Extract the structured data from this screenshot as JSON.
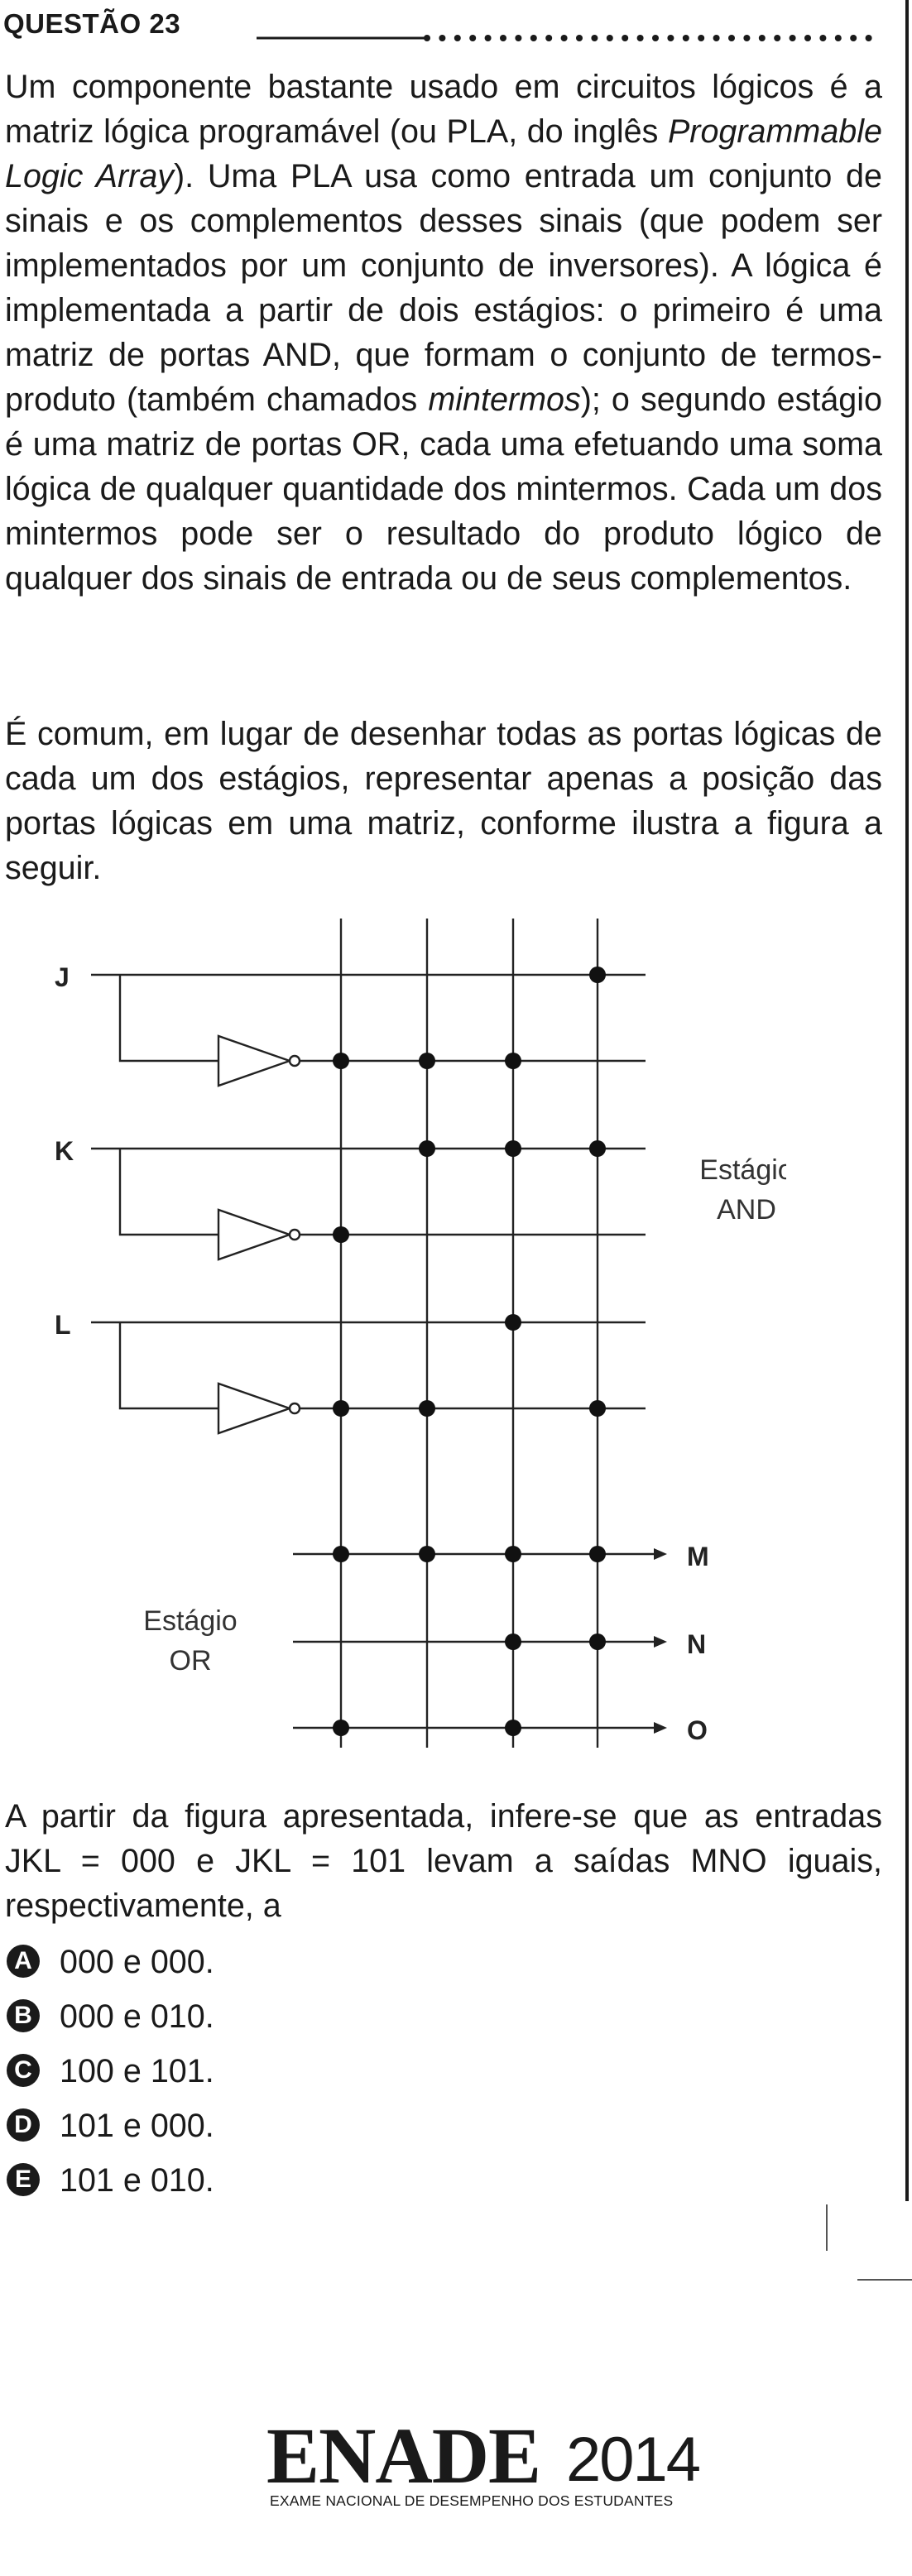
{
  "question": {
    "title": "QUESTÃO 23",
    "paragraph1": {
      "before_italic_1": "Um componente bastante usado em circuitos lógicos é a matriz lógica programável (ou PLA, do inglês ",
      "italic_1": "Programmable Logic Array",
      "between_italics": "). Uma PLA usa como entrada um conjunto de sinais e os complementos desses sinais (que podem ser implementados por um conjunto de inversores). A lógica é implementada a partir de dois estágios: o primeiro é uma matriz de portas AND, que formam o conjunto de termos-produto (também chamados ",
      "italic_2": "mintermos",
      "after_italic_2": "); o segundo estágio é uma matriz de portas OR, cada uma efetuando uma soma lógica de qualquer quantidade dos mintermos. Cada um dos mintermos pode ser o resultado do produto lógico de qualquer dos sinais de entrada ou de seus complementos."
    },
    "paragraph2": "É comum, em lugar de desenhar todas as portas lógicas de cada um dos estágios, representar apenas a posição das portas lógicas em uma matriz, conforme ilustra a figura a seguir.",
    "paragraph3": "A partir da figura apresentada, infere-se que as entradas JKL = 000 e JKL = 101 levam a saídas MNO iguais, respectivamente, a"
  },
  "figure": {
    "inputs": [
      "J",
      "K",
      "L"
    ],
    "outputs": [
      "M",
      "N",
      "O"
    ],
    "and_stage_label": [
      "Estágio",
      "AND"
    ],
    "or_stage_label": [
      "Estágio",
      "OR"
    ]
  },
  "options": [
    {
      "letter": "A",
      "text": "000 e 000."
    },
    {
      "letter": "B",
      "text": "000 e 010."
    },
    {
      "letter": "C",
      "text": "100 e 101."
    },
    {
      "letter": "D",
      "text": "101 e 000."
    },
    {
      "letter": "E",
      "text": "101 e 010."
    }
  ],
  "footer": {
    "brand": "ENADE",
    "year": "2014",
    "subtitle": "EXAME NACIONAL DE DESEMPENHO DOS ESTUDANTES"
  }
}
